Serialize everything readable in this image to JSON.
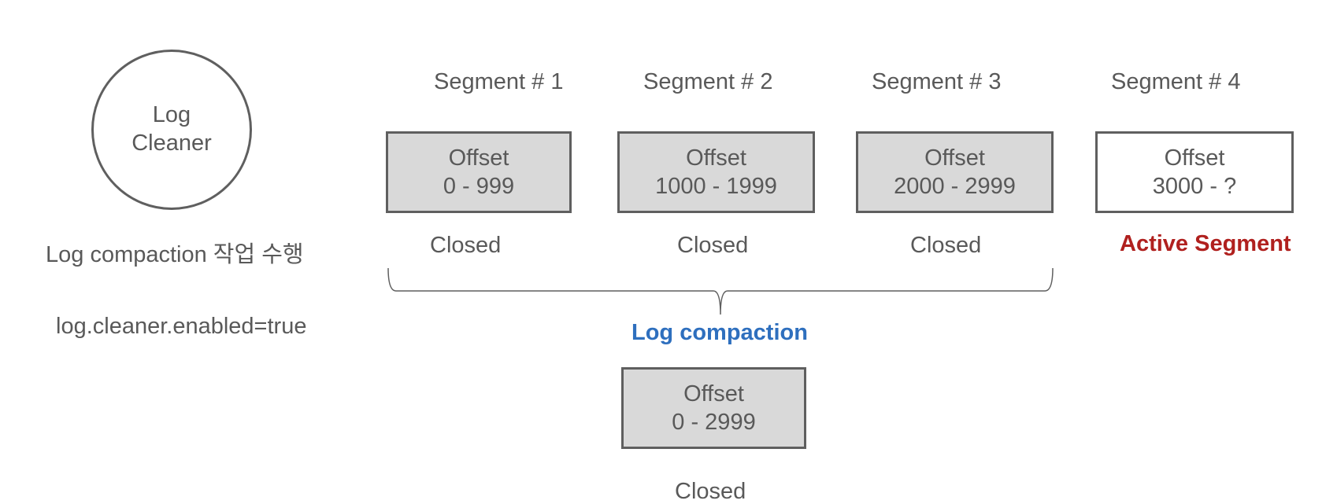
{
  "cleaner": {
    "line1": "Log",
    "line2": "Cleaner",
    "task_label": "Log compaction 작업 수행",
    "config": "log.cleaner.enabled=true"
  },
  "segments": [
    {
      "title": "Segment # 1",
      "offset_label": "Offset",
      "range": "0 - 999",
      "status": "Closed"
    },
    {
      "title": "Segment # 2",
      "offset_label": "Offset",
      "range": "1000 - 1999",
      "status": "Closed"
    },
    {
      "title": "Segment # 3",
      "offset_label": "Offset",
      "range": "2000 - 2999",
      "status": "Closed"
    },
    {
      "title": "Segment # 4",
      "offset_label": "Offset",
      "range": "3000 - ?",
      "status": "Active Segment"
    }
  ],
  "compaction": {
    "label": "Log compaction",
    "result": {
      "offset_label": "Offset",
      "range": "0 - 2999",
      "status": "Closed"
    }
  },
  "colors": {
    "closed_fill": "#d9d9d9",
    "active_fill": "#ffffff",
    "border": "#5f5f5f",
    "active_label": "#b0201e",
    "compaction_label": "#2e6fbe"
  }
}
